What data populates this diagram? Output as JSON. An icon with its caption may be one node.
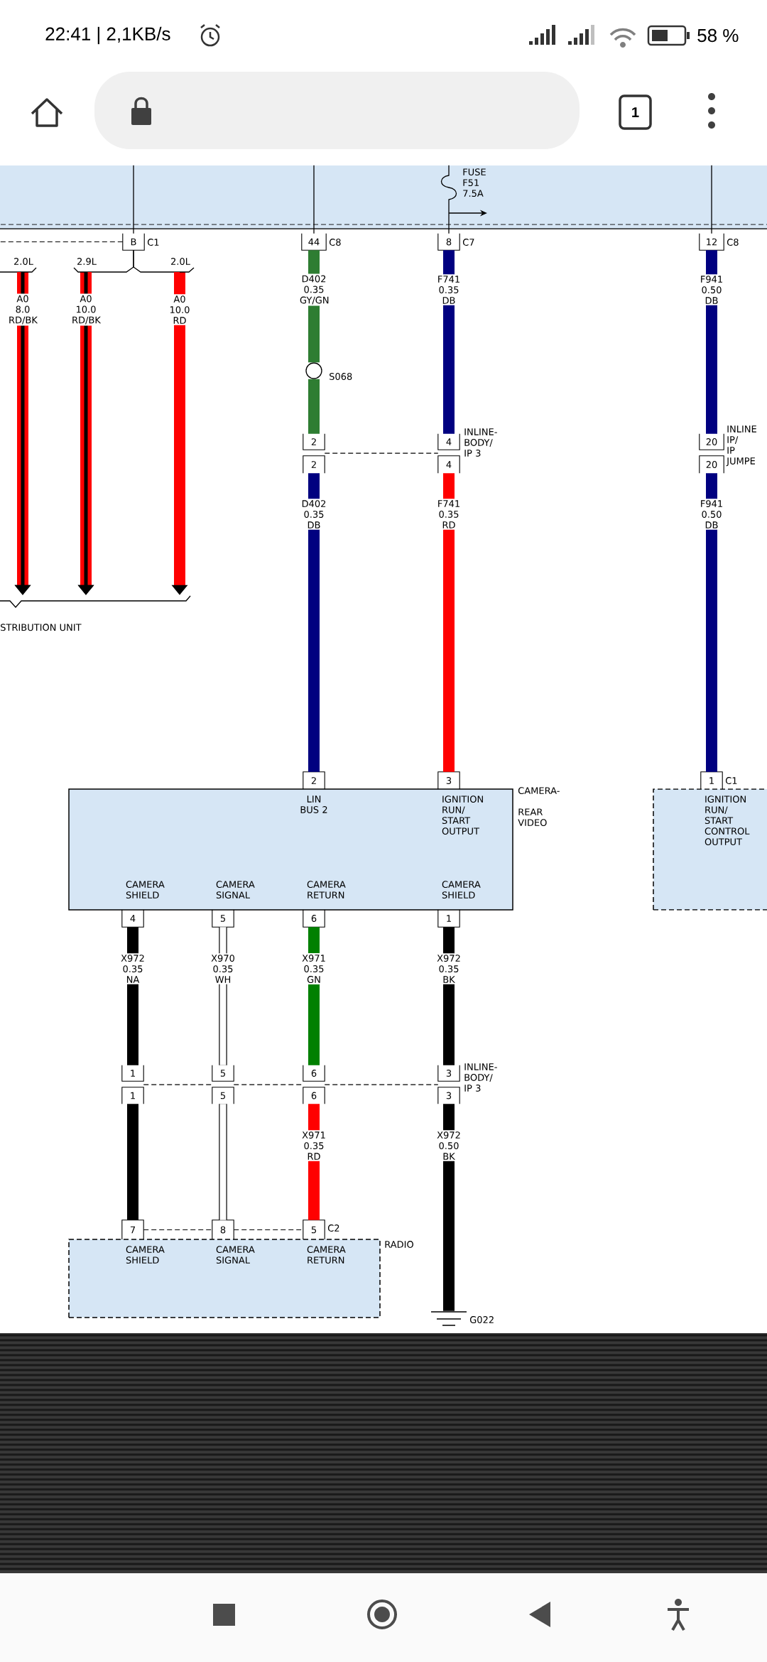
{
  "diagram": {
    "nodes": [
      {
        "text": [],
        "shape": "box"
      },
      {
        "text": [
          "B"
        ],
        "beside": [
          "C1"
        ]
      },
      {
        "text": [
          "44"
        ],
        "beside": [
          "C8"
        ]
      },
      {
        "text": [
          "8"
        ],
        "beside": [
          "C7"
        ]
      },
      {
        "text": [
          "12"
        ],
        "beside": [
          "C8"
        ]
      },
      {
        "text": [
          "STRIBUTION UNIT"
        ]
      },
      {
        "text": [],
        "shape": "circle",
        "beside": [
          "S068"
        ]
      },
      {
        "text": [
          "2"
        ]
      },
      {
        "text": [
          "2"
        ]
      },
      {
        "text": [
          "4"
        ],
        "beside": [
          "INLINE- BODY/ IP 3"
        ]
      },
      {
        "text": [
          "4"
        ]
      },
      {
        "text": [
          "20"
        ],
        "beside": [
          "INLINE IP/ IP JUMPE"
        ]
      },
      {
        "text": [
          "20"
        ]
      },
      {
        "text": [
          "LIN BUS 2",
          "IGNITION RUN/ START OUTPUT",
          "CAMERA SHIELD",
          "CAMERA SIGNAL",
          "CAMERA RETURN",
          "CAMERA SHIELD"
        ],
        "beside": [
          "CAMERA- REAR VIDEO"
        ]
      },
      {
        "text": [
          "2"
        ]
      },
      {
        "text": [
          "3"
        ]
      },
      {
        "text": [
          "4"
        ]
      },
      {
        "text": [
          "5"
        ]
      },
      {
        "text": [
          "6"
        ]
      },
      {
        "text": [
          "1"
        ]
      },
      {
        "text": [
          "1"
        ]
      },
      {
        "text": [
          "5"
        ]
      },
      {
        "text": [
          "6"
        ]
      },
      {
        "text": [
          "3"
        ],
        "beside": [
          "INLINE- BODY/ IP 3"
        ]
      },
      {
        "text": [
          "1"
        ]
      },
      {
        "text": [
          "5"
        ]
      },
      {
        "text": [
          "6"
        ]
      },
      {
        "text": [
          "3"
        ]
      },
      {
        "text": [
          "7"
        ]
      },
      {
        "text": [
          "8"
        ]
      },
      {
        "text": [
          "5"
        ],
        "beside": [
          "C2"
        ]
      },
      {
        "text": [
          "CAMERA SHIELD",
          "CAMERA SIGNAL",
          "CAMERA RETURN"
        ],
        "beside": [
          "RADIO"
        ]
      },
      {
        "text": [],
        "shape": "ground",
        "beside": [
          "G022"
        ]
      },
      {
        "text": [
          "IGNITION RUN/ START CONTROL OUTPUT"
        ]
      },
      {
        "text": [
          "1"
        ],
        "beside": [
          "C1"
        ]
      }
    ],
    "edges": [
      {
        "from": 0,
        "to": 1,
        "arrow": "none"
      },
      {
        "from": 0,
        "to": 2,
        "arrow": "none"
      },
      {
        "from": 0,
        "to": 3,
        "arrow": "none"
      },
      {
        "from": 0,
        "to": 4,
        "arrow": "none"
      },
      {
        "from": null,
        "to": 5,
        "arrow": "to",
        "label": "A0 8.0 RD/BK",
        "color": "#ff0000"
      },
      {
        "from": 1,
        "to": 5,
        "arrow": "to",
        "label": "A0 10.0 RD/BK",
        "color": "#ff0000"
      },
      {
        "from": 1,
        "to": 5,
        "arrow": "to",
        "label": "A0 10.0 RD",
        "color": "#ff0000"
      },
      {
        "from": 2,
        "to": 6,
        "arrow": "none",
        "label": "D402 0.35 GY/GN",
        "color": "#2e7d32"
      },
      {
        "from": 6,
        "to": 7,
        "arrow": "none",
        "color": "#2e7d32"
      },
      {
        "from": 8,
        "to": 14,
        "arrow": "none",
        "label": "D402 0.35 DB",
        "color": "#000080"
      },
      {
        "from": 3,
        "to": 9,
        "arrow": "none",
        "label": "F741 0.35 DB",
        "color": "#000080"
      },
      {
        "from": 10,
        "to": 15,
        "arrow": "none",
        "label": "F741 0.35 RD",
        "color": "#ff0000"
      },
      {
        "from": 4,
        "to": 11,
        "arrow": "none",
        "label": "F941 0.50 DB",
        "color": "#000080"
      },
      {
        "from": 12,
        "to": 34,
        "arrow": "none",
        "label": "F941 0.50 DB",
        "color": "#000080"
      },
      {
        "from": 16,
        "to": 20,
        "arrow": "none",
        "label": "X972 0.35 NA"
      },
      {
        "from": 17,
        "to": 21,
        "arrow": "none",
        "label": "X970 0.35 WH"
      },
      {
        "from": 18,
        "to": 22,
        "arrow": "none",
        "label": "X971 0.35 GN",
        "color": "#008000"
      },
      {
        "from": 19,
        "to": 23,
        "arrow": "none",
        "label": "X972 0.35 BK"
      },
      {
        "from": 24,
        "to": 28,
        "arrow": "none"
      },
      {
        "from": 25,
        "to": 29,
        "arrow": "none"
      },
      {
        "from": 26,
        "to": 30,
        "arrow": "none",
        "label": "X971 0.35 RD",
        "color": "#ff0000"
      },
      {
        "from": 27,
        "to": 32,
        "arrow": "none",
        "label": "X972 0.50 BK"
      },
      {
        "from": 7,
        "to": 9,
        "arrow": "none",
        "style": "dashed"
      },
      {
        "from": 20,
        "to": 21,
        "arrow": "none",
        "style": "dashed"
      },
      {
        "from": 21,
        "to": 22,
        "arrow": "none",
        "style": "dashed"
      },
      {
        "from": 22,
        "to": 23,
        "arrow": "none",
        "style": "dashed"
      },
      {
        "from": 28,
        "to": 29,
        "arrow": "none",
        "style": "dashed"
      },
      {
        "from": 29,
        "to": 30,
        "arrow": "none",
        "style": "dashed"
      }
    ],
    "labels": [
      "2.0L",
      "2.9L",
      "2.0L",
      "FUSE F51 7.5A",
      "22:41 | 2,1KB/s",
      "58 %",
      "1"
    ]
  }
}
